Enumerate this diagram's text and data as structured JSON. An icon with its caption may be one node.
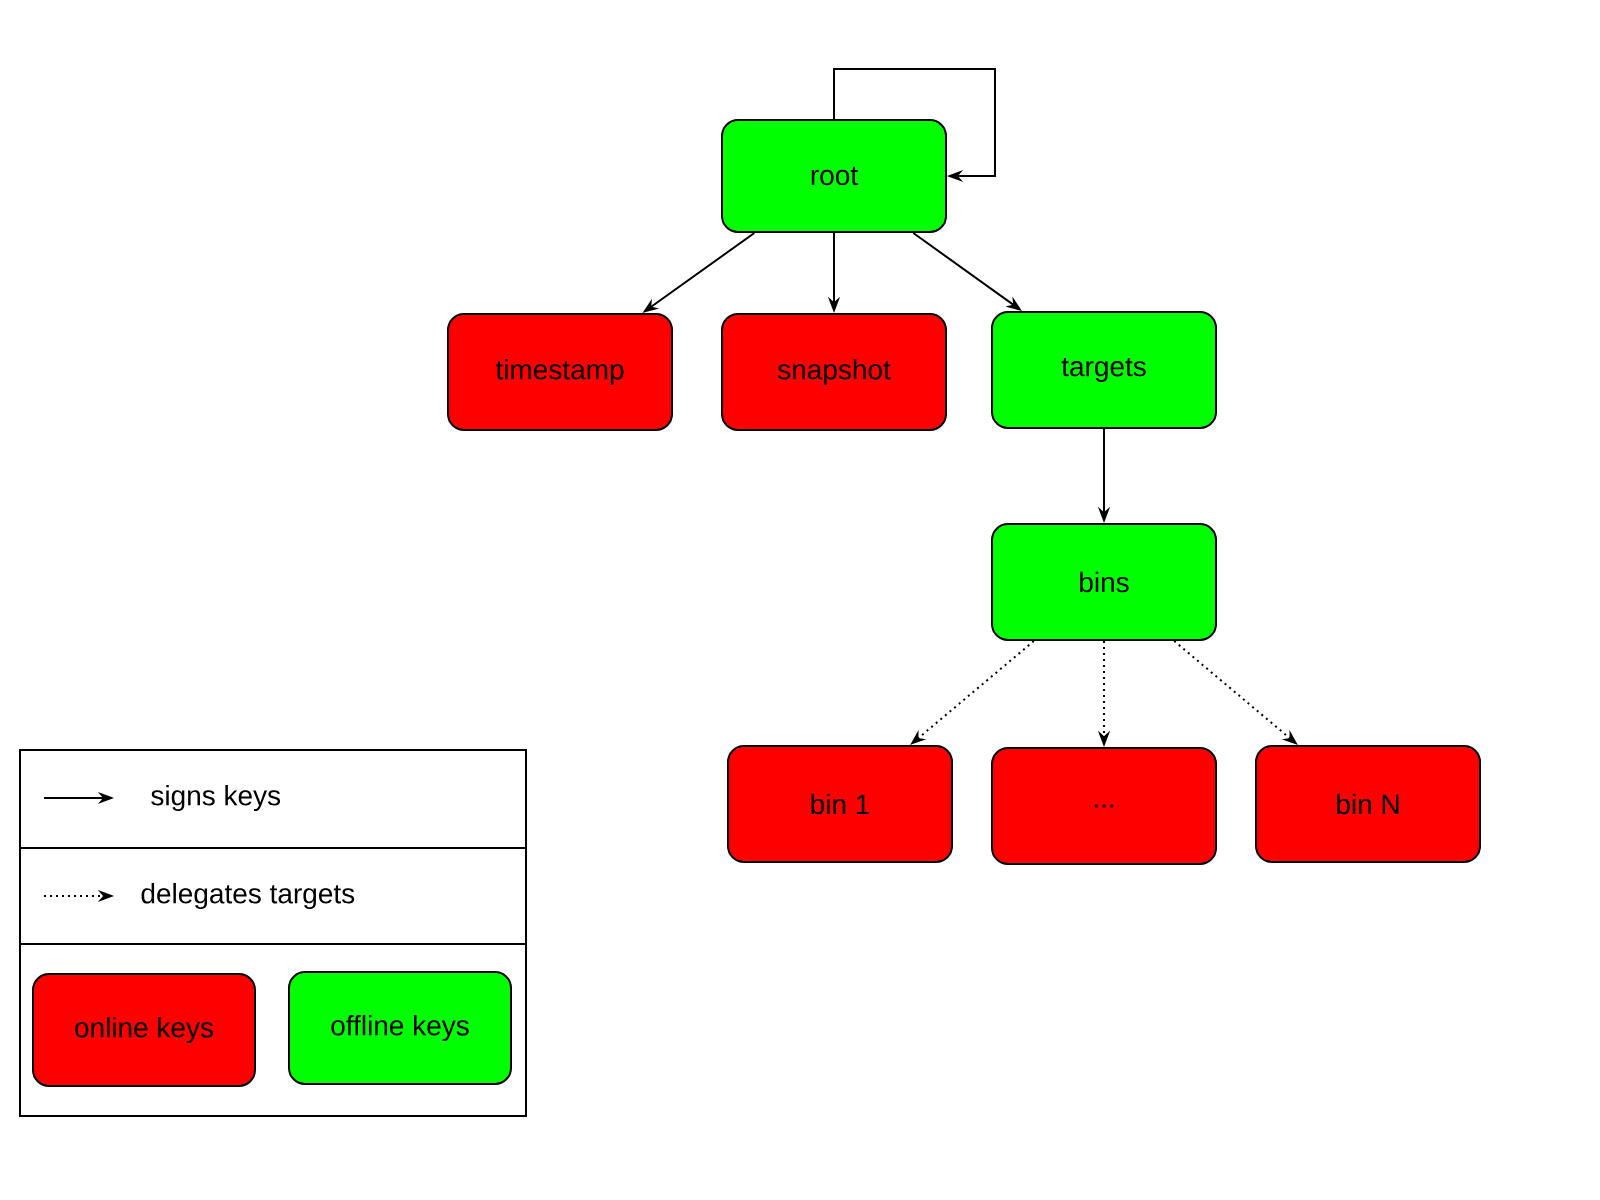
{
  "diagram": {
    "nodes": [
      {
        "text": [
          "root"
        ]
      },
      {
        "text": [
          "timestamp"
        ]
      },
      {
        "text": [
          "snapshot"
        ]
      },
      {
        "text": [
          "targets"
        ]
      },
      {
        "text": [
          "bins"
        ]
      },
      {
        "text": [
          "bin 1"
        ]
      },
      {
        "text": [
          "..."
        ]
      },
      {
        "text": [
          "bin N"
        ]
      }
    ],
    "edges": [
      {
        "from": 0,
        "to": 0,
        "arrow": "to"
      },
      {
        "from": 0,
        "to": 1,
        "arrow": "to"
      },
      {
        "from": 0,
        "to": 2,
        "arrow": "to"
      },
      {
        "from": 0,
        "to": 3,
        "arrow": "to"
      },
      {
        "from": 3,
        "to": 4,
        "arrow": "to"
      },
      {
        "from": 4,
        "to": 5,
        "arrow": "to",
        "style": "dashed"
      },
      {
        "from": 4,
        "to": 6,
        "arrow": "to",
        "style": "dashed"
      },
      {
        "from": 4,
        "to": 7,
        "arrow": "to",
        "style": "dashed"
      }
    ],
    "legend": [
      {
        "text": "signs keys"
      },
      {
        "text": "delegates targets"
      },
      {
        "text": "online keys",
        "color": "#ff0000"
      },
      {
        "text": "offline keys",
        "color": "#00ff00"
      }
    ]
  }
}
